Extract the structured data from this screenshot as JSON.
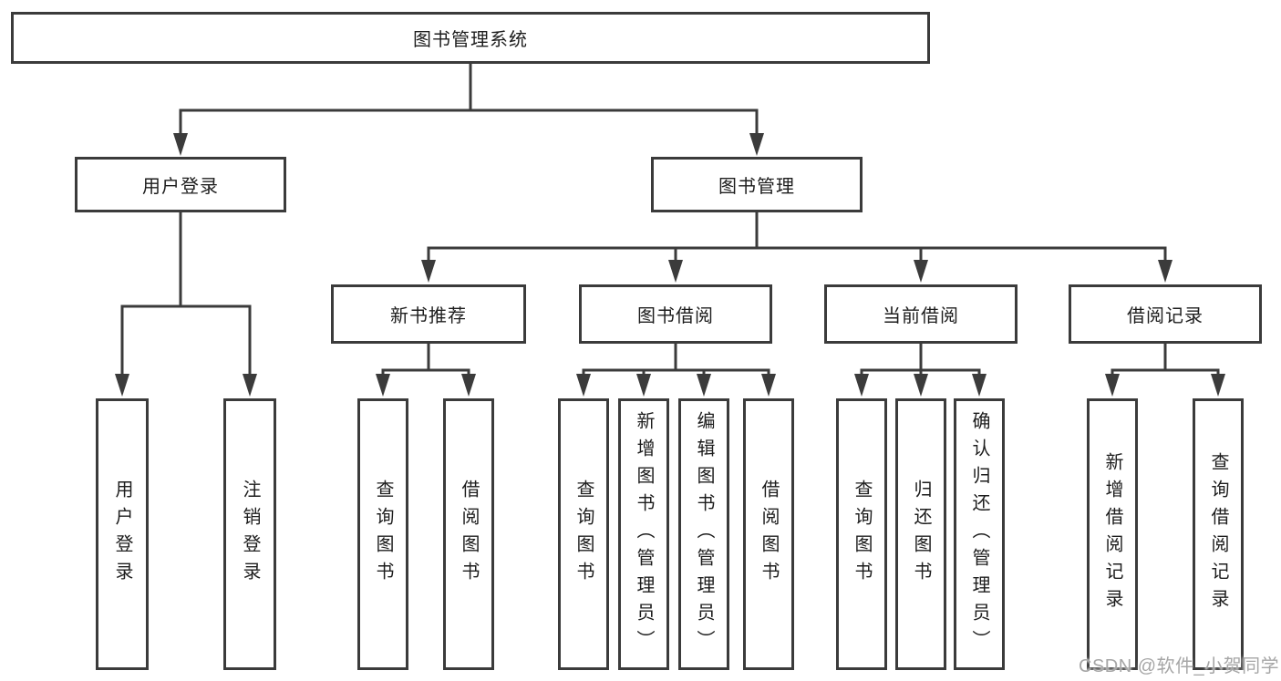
{
  "tree": {
    "label": "图书管理系统",
    "children": [
      {
        "label": "用户登录",
        "children": [
          {
            "label": "用户登录"
          },
          {
            "label": "注销登录"
          }
        ]
      },
      {
        "label": "图书管理",
        "children": [
          {
            "label": "新书推荐",
            "children": [
              {
                "label": "查询图书"
              },
              {
                "label": "借阅图书"
              }
            ]
          },
          {
            "label": "图书借阅",
            "children": [
              {
                "label": "查询图书"
              },
              {
                "label": "新增图书（管理员）"
              },
              {
                "label": "编辑图书（管理员）"
              },
              {
                "label": "借阅图书"
              }
            ]
          },
          {
            "label": "当前借阅",
            "children": [
              {
                "label": "查询图书"
              },
              {
                "label": "归还图书"
              },
              {
                "label": "确认归还（管理员）"
              }
            ]
          },
          {
            "label": "借阅记录",
            "children": [
              {
                "label": "新增借阅记录"
              },
              {
                "label": "查询借阅记录"
              }
            ]
          }
        ]
      }
    ]
  },
  "watermark": {
    "text": "CSDN @软件_小贺同学"
  },
  "colors": {
    "line": "#3b3b3b",
    "text": "#1d1d1d",
    "watermark": "#a6a6a6",
    "background": "#ffffff"
  }
}
